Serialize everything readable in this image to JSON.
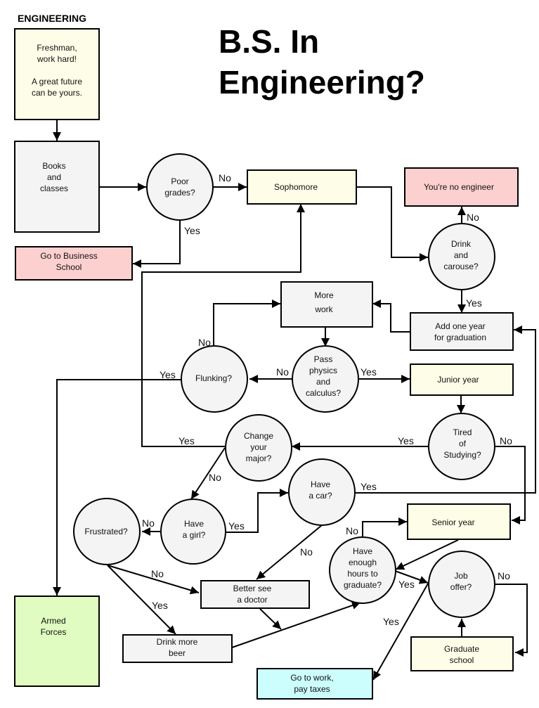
{
  "section_title": "ENGINEERING",
  "title": [
    "B.S. In",
    "Engineering?"
  ],
  "colors": {
    "start": "#fefee8",
    "process": "#f4f4f4",
    "year": "#fefee8",
    "bad_end": "#fdd0d0",
    "armed": "#e0fcc0",
    "work": "#ccfefe"
  },
  "nodes": {
    "freshman": {
      "lines": [
        "Freshman,",
        "work hard!",
        "",
        "A great future",
        "can be yours."
      ],
      "color": "start"
    },
    "books": {
      "lines": [
        "Books",
        "and",
        "classes"
      ],
      "color": "process"
    },
    "poor_grades": {
      "lines": [
        "Poor",
        "grades?"
      ]
    },
    "business": {
      "lines": [
        "Go to Business",
        "School"
      ],
      "color": "bad_end"
    },
    "sophomore": {
      "lines": [
        "Sophomore"
      ],
      "color": "year"
    },
    "no_engineer": {
      "lines": [
        "You're no engineer"
      ],
      "color": "bad_end"
    },
    "drink_carouse": {
      "lines": [
        "Drink",
        "and",
        "carouse?"
      ]
    },
    "more_work": {
      "lines": [
        "More",
        "work"
      ],
      "color": "process"
    },
    "add_year": {
      "lines": [
        "Add one year",
        "for graduation"
      ],
      "color": "process"
    },
    "pass_physics": {
      "lines": [
        "Pass",
        "physics",
        "and",
        "calculus?"
      ]
    },
    "flunking": {
      "lines": [
        "Flunking?"
      ]
    },
    "junior": {
      "lines": [
        "Junior year"
      ],
      "color": "year"
    },
    "tired": {
      "lines": [
        "Tired",
        "of",
        "Studying?"
      ]
    },
    "change_major": {
      "lines": [
        "Change",
        "your",
        "major?"
      ]
    },
    "have_car": {
      "lines": [
        "Have",
        "a car?"
      ]
    },
    "have_girl": {
      "lines": [
        "Have",
        "a girl?"
      ]
    },
    "frustrated": {
      "lines": [
        "Frustrated?"
      ]
    },
    "senior": {
      "lines": [
        "Senior year"
      ],
      "color": "year"
    },
    "enough_hours": {
      "lines": [
        "Have",
        "enough",
        "hours to",
        "graduate?"
      ]
    },
    "job_offer": {
      "lines": [
        "Job",
        "offer?"
      ]
    },
    "doctor": {
      "lines": [
        "Better see",
        "a doctor"
      ],
      "color": "process"
    },
    "beer": {
      "lines": [
        "Drink more",
        "beer"
      ],
      "color": "process"
    },
    "armed": {
      "lines": [
        "Armed",
        "Forces"
      ],
      "color": "armed"
    },
    "grad_school": {
      "lines": [
        "Graduate",
        "school"
      ],
      "color": "year"
    },
    "work": {
      "lines": [
        "Go to work,",
        "pay taxes"
      ],
      "color": "work"
    }
  },
  "edge_labels": {
    "poor_no": "No",
    "poor_yes": "Yes",
    "drink_no": "No",
    "drink_yes": "Yes",
    "flunk_no": "No",
    "flunk_yes": "Yes",
    "pass_no": "No",
    "pass_yes": "Yes",
    "change_yes": "Yes",
    "tired_yes": "Yes",
    "tired_no": "No",
    "change_no": "No",
    "car_yes": "Yes",
    "girl_no": "No",
    "girl_yes": "Yes",
    "hours_no": "No",
    "car_no": "No",
    "frus_no": "No",
    "hours_yes": "Yes",
    "job_no": "No",
    "frus_yes": "Yes",
    "job_yes": "Yes"
  }
}
